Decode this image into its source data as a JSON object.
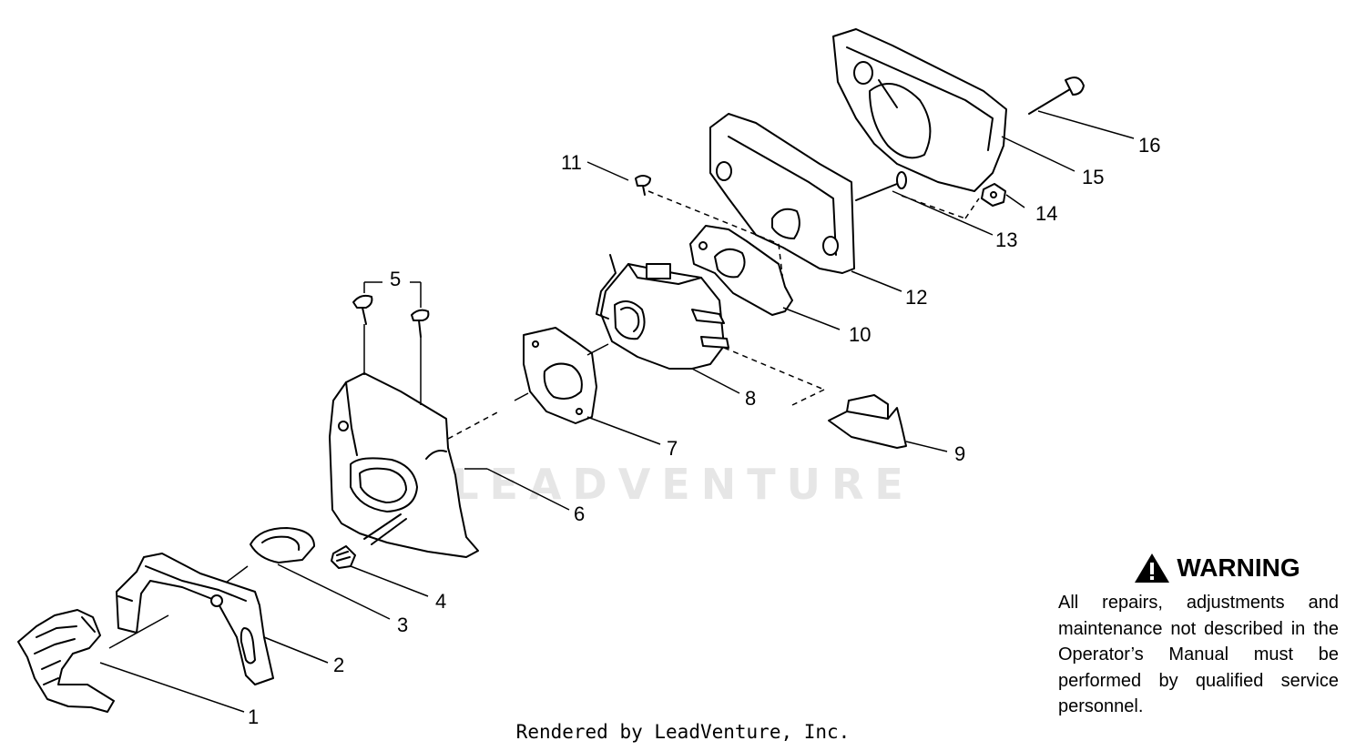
{
  "diagram": {
    "callouts": [
      "1",
      "2",
      "3",
      "4",
      "5",
      "6",
      "7",
      "8",
      "9",
      "10",
      "11",
      "12",
      "13",
      "14",
      "15",
      "16"
    ]
  },
  "warning": {
    "icon": "warning-triangle-icon",
    "title": "WARNING",
    "text": "All repairs, adjustments and maintenance not described in the Operator’s Manual must be performed by qualified service personnel."
  },
  "watermark": "LEADVENTURE",
  "footer": "Rendered by LeadVenture, Inc."
}
